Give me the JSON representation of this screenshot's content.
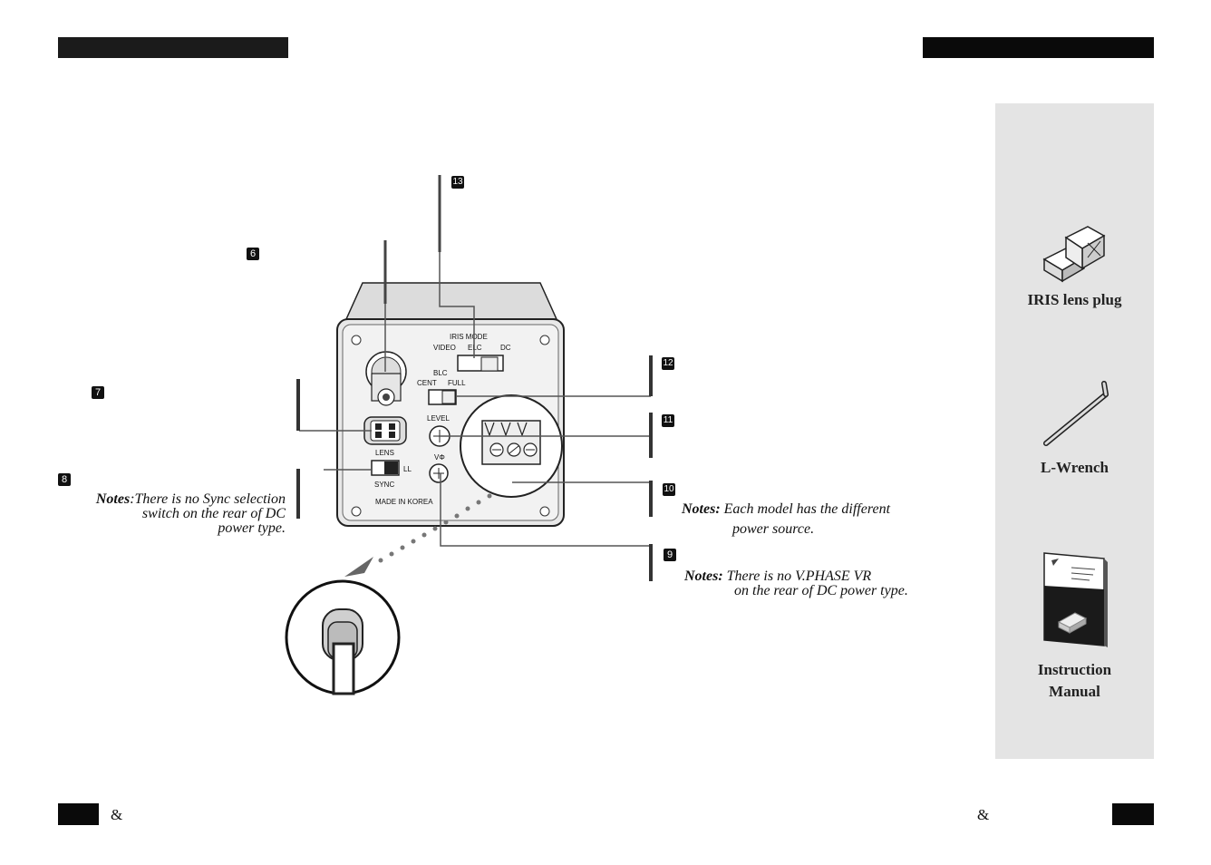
{
  "markers": {
    "m6": "6",
    "m7": "7",
    "m8": "8",
    "m9": "9",
    "m10": "10",
    "m11": "11",
    "m12": "12",
    "m13": "13"
  },
  "notes": {
    "sync": {
      "label": "Notes",
      "text": ":There is no Sync selection",
      "line2": "switch on the rear of DC",
      "line3": "power type."
    },
    "power": {
      "label": "Notes:",
      "text": " Each model has the different",
      "line2": "power source."
    },
    "vphase": {
      "label": "Notes:",
      "text": " There is no V.PHASE VR",
      "line2": "on the rear of DC power type."
    }
  },
  "camera_labels": {
    "iris_mode": "IRIS MODE",
    "video": "VIDEO",
    "elc": "ELC",
    "dc": "DC",
    "blc": "BLC",
    "cent": "CENT",
    "full": "FULL",
    "level": "LEVEL",
    "lens": "LENS",
    "ll": "LL",
    "sync": "SYNC",
    "vphase": "VΦ",
    "made_in": "MADE IN KOREA"
  },
  "accessories": {
    "iris_plug": "IRIS lens plug",
    "wrench": "L-Wrench",
    "manual_line1": "Instruction",
    "manual_line2": "Manual"
  },
  "footer": {
    "left_amp": "&",
    "right_amp": "&"
  }
}
